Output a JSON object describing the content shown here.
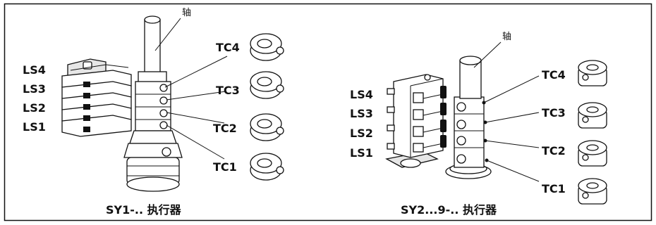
{
  "left_figure": {
    "caption": "SY1-.. 执行器",
    "shaft_label": "轴",
    "limit_switches": [
      "LS4",
      "LS3",
      "LS2",
      "LS1"
    ],
    "cams": [
      "TC4",
      "TC3",
      "TC2",
      "TC1"
    ]
  },
  "right_figure": {
    "caption": "SY2...9-.. 执行器",
    "shaft_label": "轴",
    "limit_switches": [
      "LS4",
      "LS3",
      "LS2",
      "LS1"
    ],
    "cams": [
      "TC4",
      "TC3",
      "TC2",
      "TC1"
    ]
  },
  "icons": [
    "shaft-icon",
    "microswitch-icon",
    "cam-ring-icon"
  ]
}
